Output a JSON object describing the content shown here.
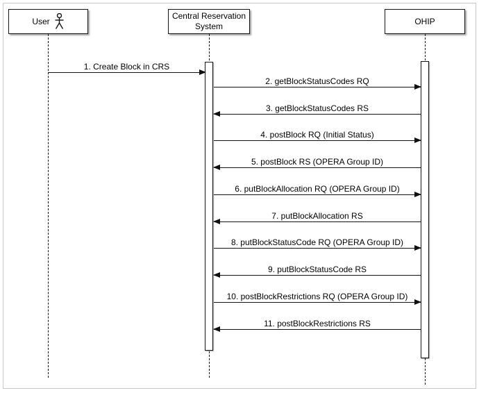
{
  "diagram_type": "uml-sequence",
  "participants": [
    {
      "name": "User",
      "icon": "actor-icon",
      "lifeline": "dashed"
    },
    {
      "name": "Central Reservation System",
      "lifeline": "dashed"
    },
    {
      "name": "OHIP",
      "lifeline": "dashed"
    }
  ],
  "messages": [
    {
      "label": "1. Create Block in CRS",
      "from": "User",
      "to": "Central Reservation System",
      "direction": "right"
    },
    {
      "label": "2. getBlockStatusCodes RQ",
      "from": "Central Reservation System",
      "to": "OHIP",
      "direction": "right"
    },
    {
      "label": "3. getBlockStatusCodes RS",
      "from": "OHIP",
      "to": "Central Reservation System",
      "direction": "left"
    },
    {
      "label": "4. postBlock RQ (Initial Status)",
      "from": "Central Reservation System",
      "to": "OHIP",
      "direction": "right"
    },
    {
      "label": "5. postBlock RS (OPERA Group ID)",
      "from": "OHIP",
      "to": "Central Reservation System",
      "direction": "left"
    },
    {
      "label": "6. putBlockAllocation RQ (OPERA Group ID)",
      "from": "Central Reservation System",
      "to": "OHIP",
      "direction": "right"
    },
    {
      "label": "7. putBlockAllocation RS",
      "from": "OHIP",
      "to": "Central Reservation System",
      "direction": "left"
    },
    {
      "label": "8. putBlockStatusCode RQ (OPERA Group ID)",
      "from": "Central Reservation System",
      "to": "OHIP",
      "direction": "right"
    },
    {
      "label": "9. putBlockStatusCode RS",
      "from": "OHIP",
      "to": "Central Reservation System",
      "direction": "left"
    },
    {
      "label": "10. postBlockRestrictions RQ (OPERA Group ID)",
      "from": "Central Reservation System",
      "to": "OHIP",
      "direction": "right"
    },
    {
      "label": "11. postBlockRestrictions RS",
      "from": "OHIP",
      "to": "Central Reservation System",
      "direction": "left"
    }
  ],
  "colors": {
    "background": "#ffffff",
    "box_fill": "#ffffff",
    "box_border": "#141414",
    "line": "#101010",
    "frame_border": "#c9c9c9"
  }
}
